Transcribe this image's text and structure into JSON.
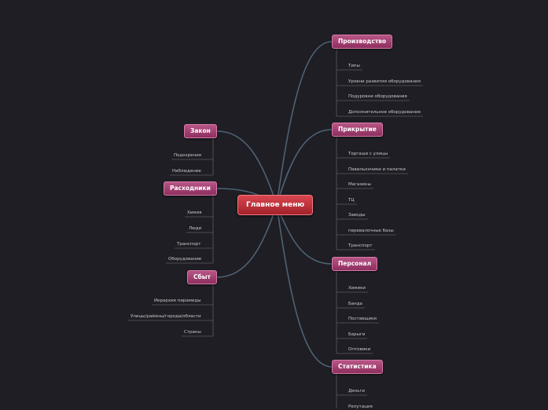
{
  "root": {
    "label": "Главное меню"
  },
  "branches": [
    {
      "id": "production",
      "label": "Производство",
      "leaves": [
        "Типы",
        "Уровни развития оборудования",
        "Подуровни оборудования",
        "Дополнительное оборудование"
      ]
    },
    {
      "id": "cover",
      "label": "Прикрытие",
      "leaves": [
        "Торгаши с улицы",
        "Павильончики и палатки",
        "Магазины",
        "ТЦ",
        "Заводы",
        "перевалочные базы",
        "Транспорт"
      ]
    },
    {
      "id": "staff",
      "label": "Персонал",
      "leaves": [
        "Химики",
        "Банда",
        "Поставщики",
        "Барыги",
        "Оптовики"
      ]
    },
    {
      "id": "stats",
      "label": "Статистика",
      "leaves": [
        "Деньги",
        "Репутация"
      ]
    },
    {
      "id": "law",
      "label": "Закон",
      "leaves": [
        "Подозрения",
        "Наблюдение"
      ]
    },
    {
      "id": "expenses",
      "label": "Расходники",
      "leaves": [
        "Химия",
        "Люди",
        "Транспорт",
        "Оборудование"
      ]
    },
    {
      "id": "sales",
      "label": "Сбыт",
      "leaves": [
        "Иерархия пирамиды",
        "Улицы/районы/города/области",
        "Страны"
      ]
    }
  ],
  "colors": {
    "background": "#1e1e24",
    "connector": "#4f6275",
    "leaf_line": "#5a5a62",
    "branch_node": "#a2416f",
    "root_node": "#c4333c"
  }
}
